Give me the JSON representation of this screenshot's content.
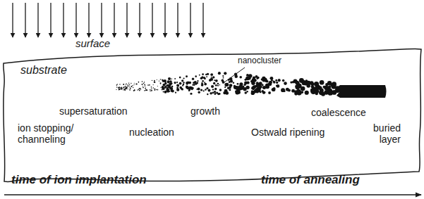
{
  "diagram": {
    "nodes": [
      {
        "text": [
          "substrate"
        ]
      }
    ],
    "labels": [
      "surface",
      "nanocluster",
      "supersaturation",
      "growth",
      "coalescence",
      "ion stopping/ channeling",
      "nucleation",
      "Ostwald ripening",
      "buried layer",
      "time of ion implantation",
      "time of annealing"
    ]
  }
}
